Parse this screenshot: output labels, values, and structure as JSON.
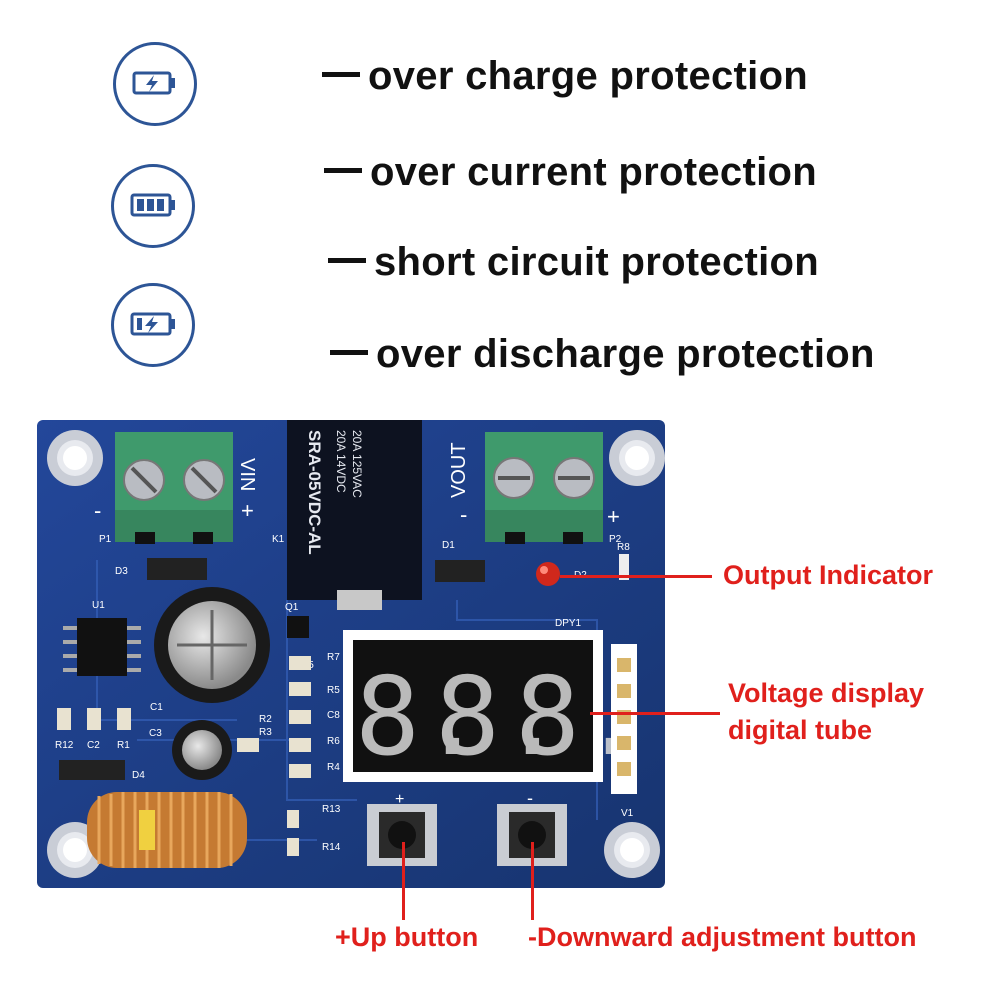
{
  "features": [
    {
      "text": "over charge protection",
      "icon": "battery-charge-icon"
    },
    {
      "text": "over current protection",
      "icon": "battery-level-icon"
    },
    {
      "text": "short circuit protection",
      "icon": "battery-bolt-icon"
    },
    {
      "text": "over discharge protection",
      "icon": "battery-bolt-icon"
    }
  ],
  "board": {
    "relay_text": [
      "SRA-05VDC-AL",
      "20A 14VDC",
      "20A 125VAC"
    ],
    "vin_label": "VIN",
    "vout_label": "VOUT",
    "silkscreen": {
      "p1": "P1",
      "p2": "P2",
      "k1": "K1",
      "d1": "D1",
      "d2": "D2",
      "d3": "D3",
      "d4": "D4",
      "u1": "U1",
      "q1": "Q1",
      "c1": "C1",
      "c3": "C3",
      "r8": "R8",
      "dpy1": "DPY1",
      "v1": "V1",
      "r12": "R12",
      "c2": "C2",
      "r1": "R1",
      "r2": "R2",
      "r3": "R3",
      "r13": "R13",
      "r14": "R14",
      "r4": "R4",
      "r5": "R5",
      "r6": "R6",
      "r7": "R7",
      "c5": "C5",
      "c8": "C8",
      "plus": "+",
      "minus": "-"
    },
    "display_digits": [
      "8.",
      "8.",
      "8."
    ]
  },
  "callouts": {
    "output_indicator": "Output Indicator",
    "voltage_display_1": "Voltage display",
    "voltage_display_2": "digital tube",
    "up_button": "+Up button",
    "down_button": "-Downward adjustment button"
  },
  "colors": {
    "icon_blue": "#2d5596",
    "callout_red": "#e0201c",
    "pcb_blue": "#1d3f86",
    "terminal_green": "#3f9a6c"
  }
}
